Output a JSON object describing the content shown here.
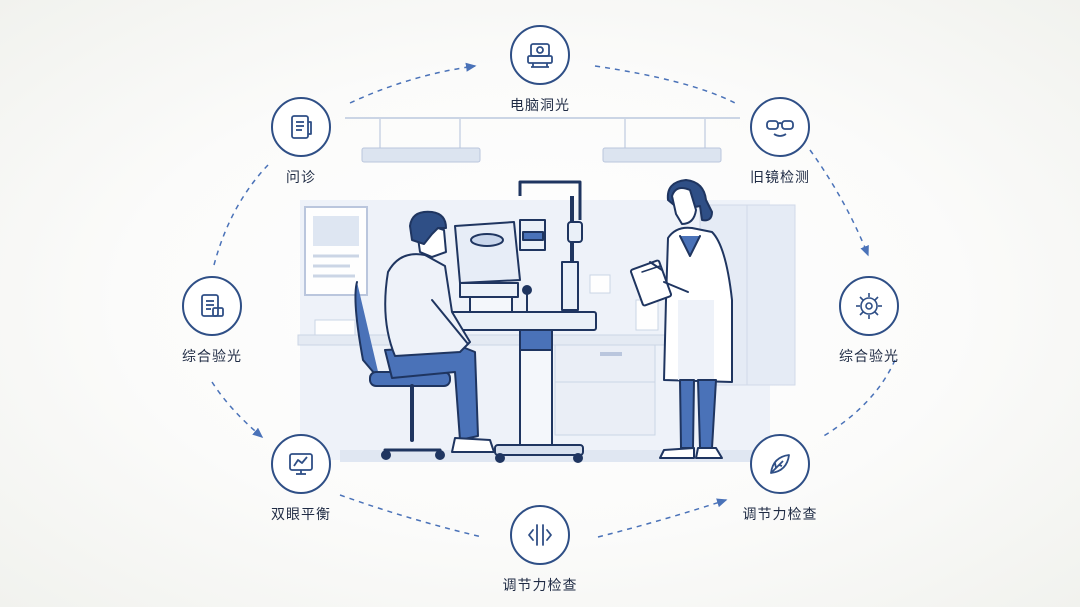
{
  "steps": [
    {
      "label": "电脑洞光",
      "icon": "autorefractor-icon"
    },
    {
      "label": "旧镜检测",
      "icon": "glasses-icon"
    },
    {
      "label": "综合验光",
      "icon": "eye-gear-icon"
    },
    {
      "label": "调节力检查",
      "icon": "leaf-check-icon"
    },
    {
      "label": "调节力检查",
      "icon": "split-arrows-icon"
    },
    {
      "label": "双眼平衡",
      "icon": "monitor-chart-icon"
    },
    {
      "label": "综合验光",
      "icon": "document-check-icon"
    },
    {
      "label": "问诊",
      "icon": "clipboard-icon"
    }
  ],
  "colors": {
    "primary": "#2f4f86",
    "accent": "#4a72b8",
    "light": "#c9d6ec",
    "text": "#1f2b44"
  }
}
